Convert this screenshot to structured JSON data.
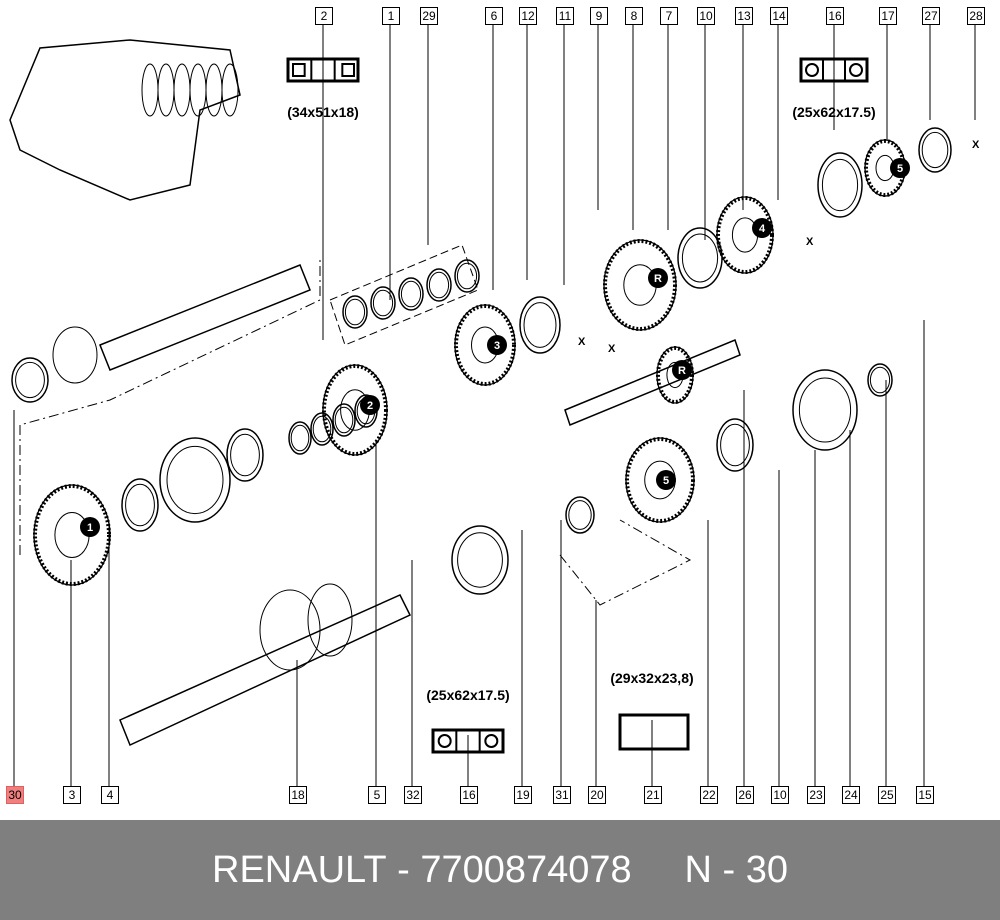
{
  "top_callouts": [
    "2",
    "1",
    "29",
    "6",
    "12",
    "11",
    "9",
    "8",
    "7",
    "10",
    "13",
    "14",
    "16",
    "17",
    "27",
    "28"
  ],
  "bottom_callouts": [
    "30",
    "3",
    "4",
    "18",
    "5",
    "32",
    "16",
    "19",
    "31",
    "20",
    "21",
    "22",
    "26",
    "10",
    "23",
    "24",
    "25",
    "15"
  ],
  "highlighted_callout": "30",
  "dimensions": {
    "bearing_2": "(34x51x18)",
    "bearing_16_top": "(25x62x17.5)",
    "bearing_16_bottom": "(25x62x17.5)",
    "bearing_21": "(29x32x23,8)"
  },
  "gear_markers": [
    "1",
    "2",
    "3",
    "4",
    "5",
    "5",
    "R",
    "R"
  ],
  "clearance_marks": [
    "X",
    "X",
    "X",
    "X"
  ],
  "footer": {
    "brand": "RENAULT",
    "separator": " - ",
    "part_number": "7700874078",
    "position": "N - 30"
  },
  "colors": {
    "highlight": "#f08080",
    "footer_bg": "#7f7f7f"
  }
}
